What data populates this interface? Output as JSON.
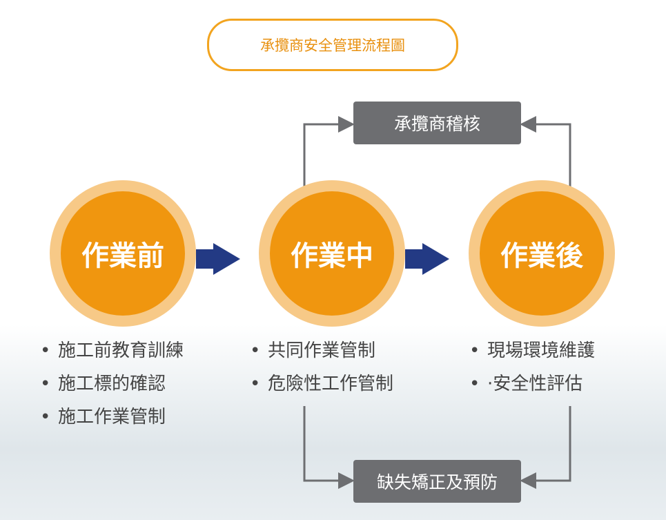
{
  "title": "承攬商安全管理流程圖",
  "stages": [
    {
      "label": "作業前",
      "items": [
        "施工前教育訓練",
        "施工標的確認",
        "施工作業管制"
      ]
    },
    {
      "label": "作業中",
      "items": [
        "共同作業管制",
        "危險性工作管制"
      ]
    },
    {
      "label": "作業後",
      "items": [
        "現場環境維護",
        "·安全性評估"
      ]
    }
  ],
  "top_box": "承攬商稽核",
  "bottom_box": "缺失矯正及預防",
  "colors": {
    "orange": "#f0960f",
    "light_orange": "#f7c987",
    "gray": "#6d6e71",
    "navy": "#233a84"
  }
}
